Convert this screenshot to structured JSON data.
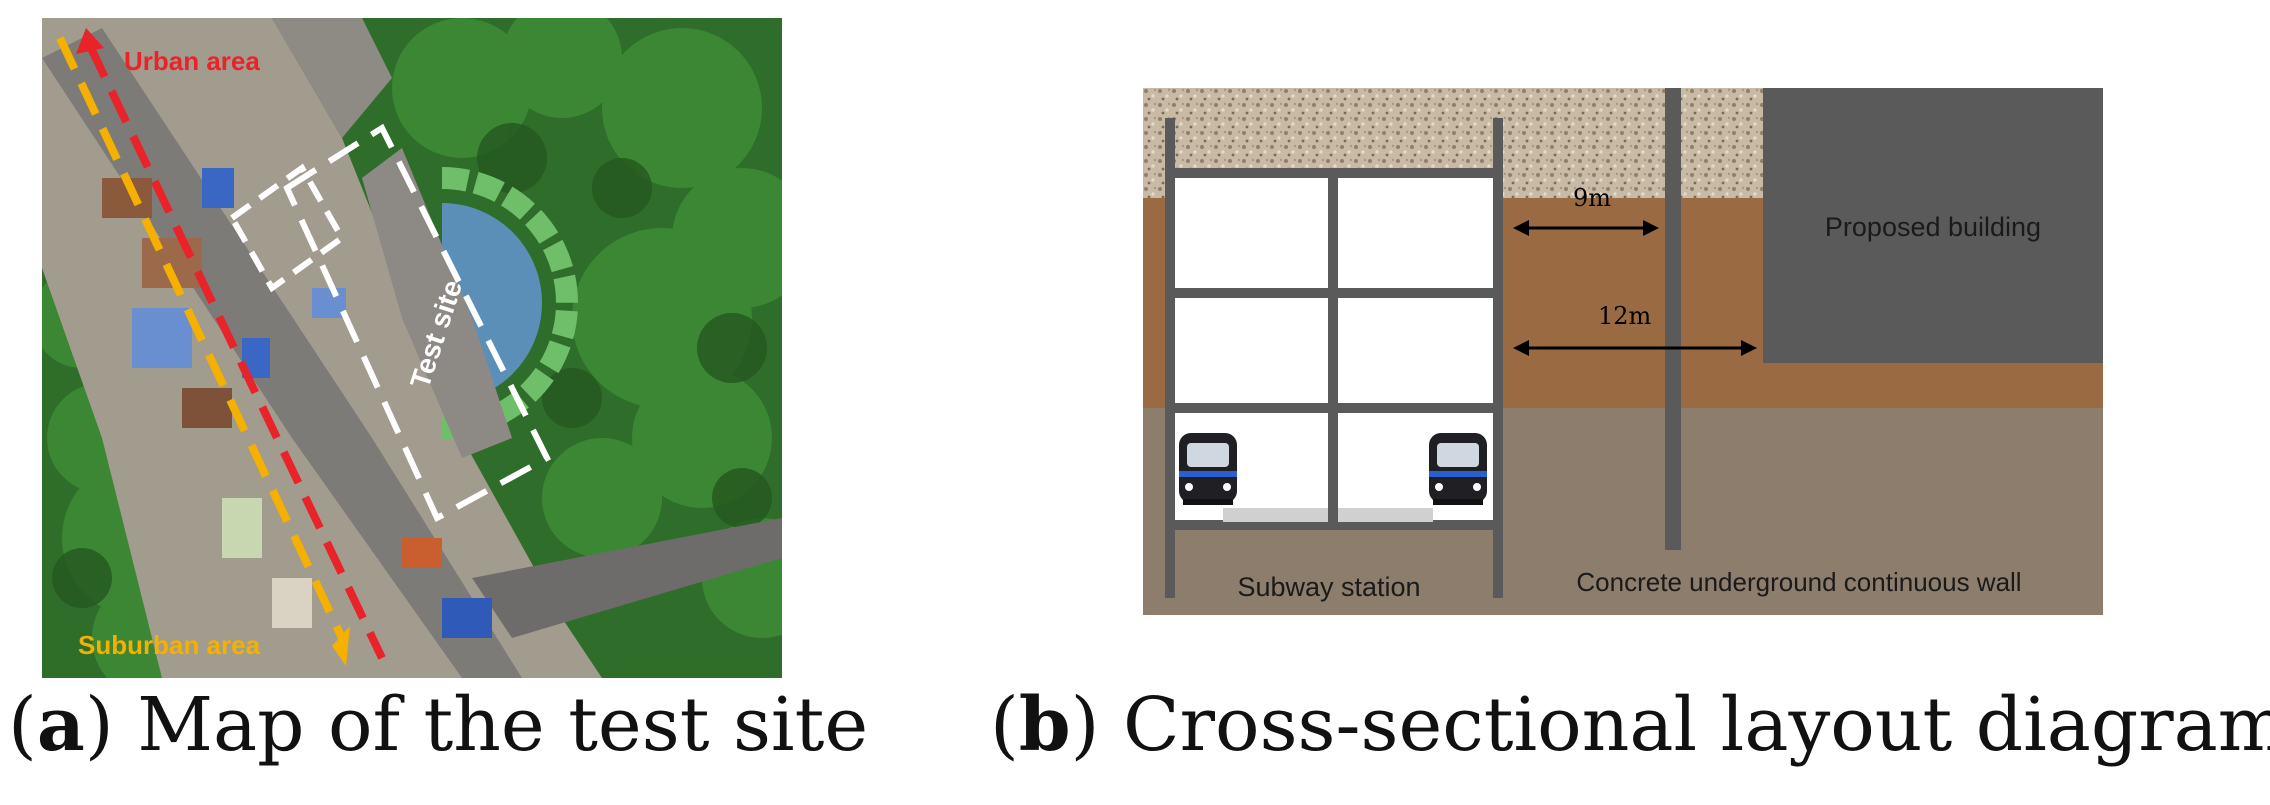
{
  "panel_a": {
    "caption_letter": "a",
    "caption_text": "Map of the test site",
    "labels": {
      "urban": "Urban area",
      "suburban": "Suburban area",
      "test_site": "Test site"
    },
    "colors": {
      "urban_line": "#e8232a",
      "suburban_line": "#f5b000",
      "test_site_box": "#ffffff",
      "vegetation": "#2f7d2c"
    }
  },
  "panel_b": {
    "caption_letter": "b",
    "caption_text": "Cross-sectional layout diagram",
    "labels": {
      "proposed_building": "Proposed building",
      "subway_station": "Subway station",
      "wall": "Concrete underground continuous wall",
      "dim_9m": "9m",
      "dim_12m": "12m"
    },
    "colors": {
      "gravel": "#c8b8a4",
      "brown_soil": "#9a6b42",
      "grey_soil": "#8c7d6c",
      "structure": "#5a5a5a",
      "building": "#5a5a5a"
    }
  }
}
